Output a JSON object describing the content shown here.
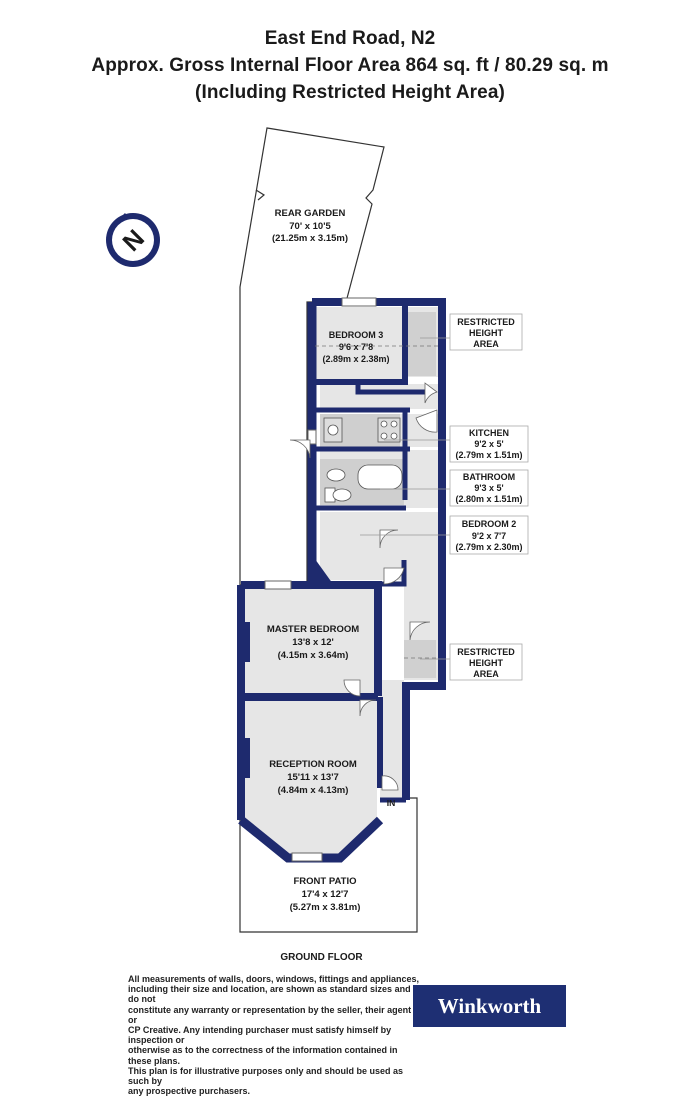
{
  "header": {
    "title": "East End Road, N2",
    "area_line": "Approx. Gross Internal Floor Area 864 sq. ft / 80.29 sq. m",
    "note_line": "(Including Restricted Height Area)"
  },
  "rooms": {
    "rear_garden": {
      "name": "REAR GARDEN",
      "imperial": "70' x 10'5",
      "metric": "(21.25m x 3.15m)"
    },
    "bedroom3": {
      "name": "BEDROOM 3",
      "imperial": "9'6 x 7'8",
      "metric": "(2.89m x 2.38m)"
    },
    "master_bedroom": {
      "name": "MASTER BEDROOM",
      "imperial": "13'8 x 12'",
      "metric": "(4.15m x 3.64m)"
    },
    "reception_room": {
      "name": "RECEPTION ROOM",
      "imperial": "15'11 x 13'7",
      "metric": "(4.84m x 4.13m)"
    },
    "front_patio": {
      "name": "FRONT PATIO",
      "imperial": "17'4 x 12'7",
      "metric": "(5.27m x 3.81m)"
    }
  },
  "callouts": {
    "restricted_top": {
      "line1": "RESTRICTED",
      "line2": "HEIGHT",
      "line3": "AREA"
    },
    "kitchen": {
      "name": "KITCHEN",
      "imperial": "9'2 x 5'",
      "metric": "(2.79m x 1.51m)"
    },
    "bathroom": {
      "name": "BATHROOM",
      "imperial": "9'3 x 5'",
      "metric": "(2.80m x 1.51m)"
    },
    "bedroom2": {
      "name": "BEDROOM 2",
      "imperial": "9'2 x 7'7",
      "metric": "(2.79m x 2.30m)"
    },
    "restricted_bottom": {
      "line1": "RESTRICTED",
      "line2": "HEIGHT",
      "line3": "AREA"
    }
  },
  "entrance": "IN",
  "compass": {
    "letter": "N",
    "icon": "compass-icon"
  },
  "floor_label": "GROUND FLOOR",
  "disclaimer": "All measurements of walls, doors, windows, fittings and appliances,\nincluding their size and location, are shown as standard sizes and do not\nconstitute any warranty or representation by the seller, their agent or\nCP Creative. Any intending purchaser must satisfy himself by inspection or\notherwise as to the correctness of the information contained in these plans.\nThis plan is for illustrative purposes only and should be used as such by\nany prospective purchasers.",
  "brand": "Winkworth",
  "colors": {
    "wall": "#1e2a6e",
    "floor": "#e6e6e6",
    "restricted": "#d4d4d4",
    "brand_bg": "#1e2f73"
  }
}
